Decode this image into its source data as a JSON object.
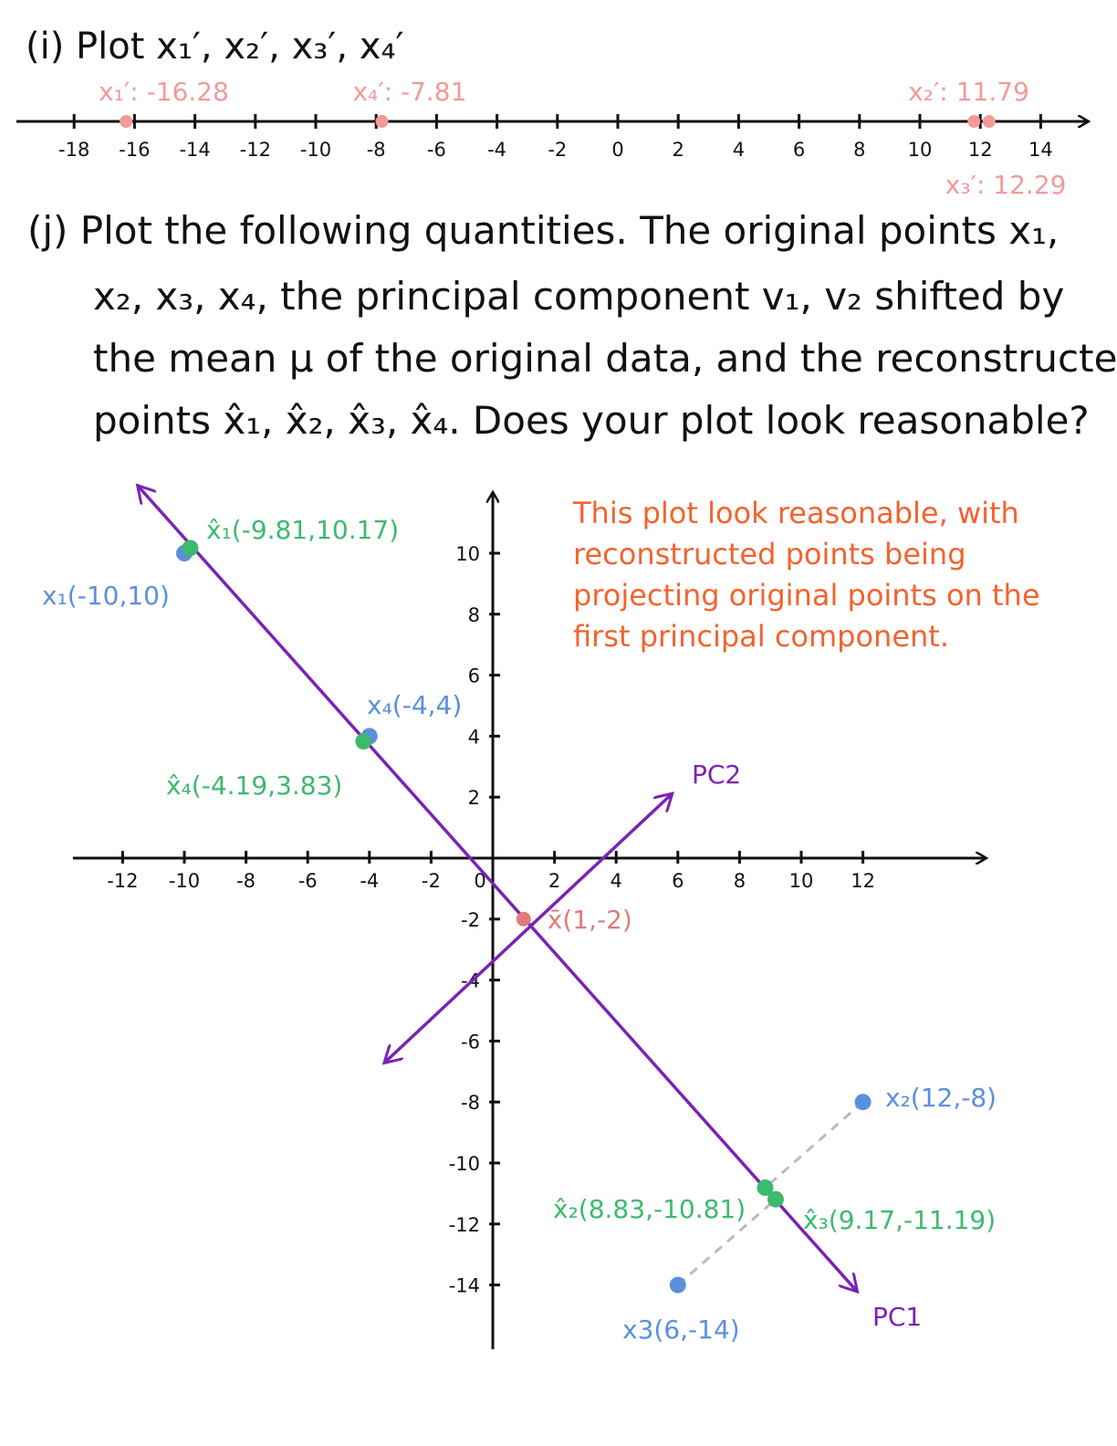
{
  "prompt": {
    "part_i": "(i) Plot x₁′, x₂′, x₃′, x₄′",
    "part_j": [
      "(j) Plot the following quantities. The original points x₁,",
      "x₂, x₃, x₄, the principal component v₁, v₂ shifted by",
      "the mean μ of the original data, and the reconstructed",
      "points x̂₁, x̂₂, x̂₃, x̂₄. Does your plot look reasonable?"
    ]
  },
  "answer_note": [
    "This plot look reasonable, with",
    "reconstructed points being",
    "projecting original points on the",
    "first principal component."
  ],
  "colors": {
    "original": "#5b8fde",
    "reconstructed": "#3cba6e",
    "projection": "#f29a9a",
    "pc": "#7b22b5",
    "mean": "#e07b7b",
    "note": "#f2632e",
    "guide": "#bbbbbb"
  },
  "chart_data": [
    {
      "type": "scatter",
      "title": "",
      "xlabel": "",
      "ylabel": "",
      "xlim": [
        -19,
        15.5
      ],
      "ticks": [
        -18,
        -16,
        -14,
        -12,
        -10,
        -8,
        -6,
        -4,
        -2,
        0,
        2,
        4,
        6,
        8,
        10,
        12,
        14
      ],
      "tick_labels": [
        "-18",
        "-16",
        "-14",
        "-12",
        "-10",
        "-8",
        "-6",
        "-4",
        "-2",
        "0",
        "2",
        "4",
        "6",
        "8",
        "10",
        "12",
        "14"
      ],
      "points": [
        {
          "name": "x₁′",
          "x": -16.28,
          "label": "x₁′: -16.28"
        },
        {
          "name": "x₄′",
          "x": -7.81,
          "label": "x₄′: -7.81"
        },
        {
          "name": "x₂′",
          "x": 11.79,
          "label": "x₂′: 11.79"
        },
        {
          "name": "x₃′",
          "x": 12.29,
          "label": "x₃′: 12.29"
        }
      ]
    },
    {
      "type": "scatter",
      "title": "",
      "xlabel": "",
      "ylabel": "",
      "xlim": [
        -14.5,
        16
      ],
      "ylim": [
        -16,
        12.2
      ],
      "grid": false,
      "x_ticks": [
        -12,
        -10,
        -8,
        -6,
        -4,
        -2,
        0,
        2,
        4,
        6,
        8,
        10,
        12
      ],
      "x_tick_labels": [
        "-12",
        "-10",
        "-8",
        "-6",
        "-4",
        "-2",
        "0",
        "2",
        "4",
        "6",
        "8",
        "10",
        "12"
      ],
      "y_ticks": [
        10,
        8,
        6,
        4,
        2,
        -2,
        -4,
        -6,
        -8,
        -10,
        -12,
        -14
      ],
      "y_tick_labels": [
        "10",
        "8",
        "6",
        "4",
        "2",
        "-2",
        "-4",
        "-6",
        "-8",
        "-10",
        "-12",
        "-14"
      ],
      "original_points": [
        {
          "name": "x₁",
          "x": -10,
          "y": 10,
          "label": "x₁(-10,10)"
        },
        {
          "name": "x₂",
          "x": 12,
          "y": -8,
          "label": "x₂(12,-8)"
        },
        {
          "name": "x₃",
          "x": 6,
          "y": -14,
          "label": "x3(6,-14)"
        },
        {
          "name": "x₄",
          "x": -4,
          "y": 4,
          "label": "x₄(-4,4)"
        }
      ],
      "reconstructed_points": [
        {
          "name": "x̂₁",
          "x": -9.81,
          "y": 10.17,
          "label": "x̂₁(-9.81,10.17)"
        },
        {
          "name": "x̂₂",
          "x": 8.83,
          "y": -10.81,
          "label": "x̂₂(8.83,-10.81)"
        },
        {
          "name": "x̂₃",
          "x": 9.17,
          "y": -11.19,
          "label": "x̂₃(9.17,-11.19)"
        },
        {
          "name": "x̂₄",
          "x": -4.19,
          "y": 3.83,
          "label": "x̂₄(-4.19,3.83)"
        }
      ],
      "mean": {
        "name": "x̄",
        "x": 1,
        "y": -2,
        "label": "x̄(1,-2)"
      },
      "principal_components": [
        {
          "name": "PC1",
          "from": [
            -11.5,
            12.2
          ],
          "to": [
            11.8,
            -14.2
          ]
        },
        {
          "name": "PC2",
          "from": [
            -3.5,
            -6.7
          ],
          "to": [
            5.8,
            2.1
          ]
        }
      ],
      "projection_lines": [
        {
          "from": [
            12,
            -8
          ],
          "to": [
            8.83,
            -10.81
          ]
        },
        {
          "from": [
            6,
            -14
          ],
          "to": [
            9.17,
            -11.19
          ]
        }
      ]
    }
  ]
}
